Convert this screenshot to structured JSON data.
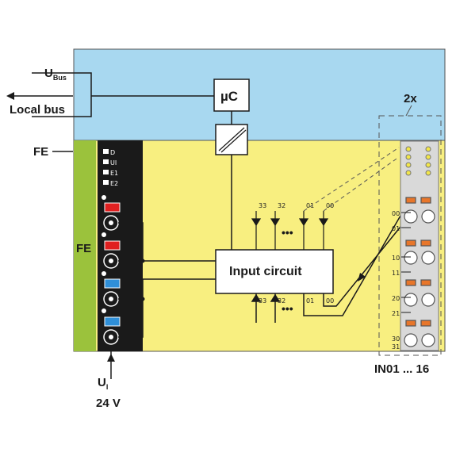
{
  "labels": {
    "ubus_main": "U",
    "ubus_sub": "Bus",
    "local_bus": "Local bus",
    "fe_outer": "FE",
    "fe_rail": "FE",
    "uc": "µC",
    "input_circuit": "Input circuit",
    "multiplier": "2x",
    "in_range": "IN01 ... 16",
    "ui_main": "U",
    "ui_sub": "I",
    "voltage": "24 V"
  },
  "led_labels": [
    "D",
    "UI",
    "E1",
    "E2"
  ],
  "led_channels": [
    "33",
    "32",
    "01",
    "00"
  ],
  "input_channels": [
    "33",
    "32",
    "01",
    "00"
  ],
  "terminal_labels": [
    "00",
    "01",
    "10",
    "11",
    "20",
    "21",
    "30",
    "31"
  ],
  "dots": "•••",
  "colors": {
    "bus_area": "#a8d8f0",
    "module_area": "#f8ef80",
    "fe_rail": "#9bc23c",
    "connector_red": "#e02020",
    "connector_blue": "#2f8fd8",
    "terminal_orange": "#e8762a",
    "led_yellow": "#f2e64a"
  }
}
